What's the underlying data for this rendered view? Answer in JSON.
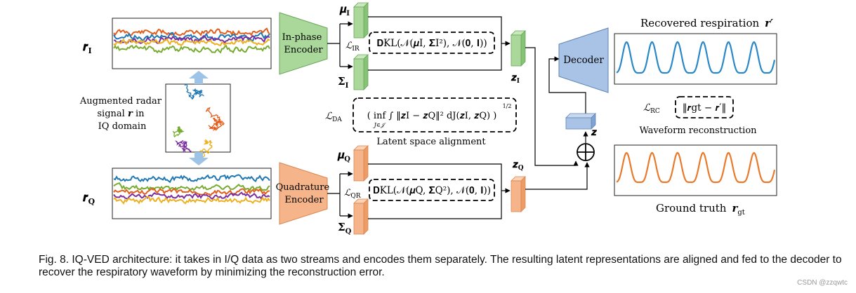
{
  "colors": {
    "inphase": "#a9d89a",
    "quadrature": "#f5b48a",
    "decoder": "#a9c3e6",
    "respiration_blue": "#2a88c8",
    "respiration_orange": "#e97a2b",
    "trace_orange": "#e35e1b",
    "trace_blue": "#1f77b4",
    "trace_purple": "#7b2f9e",
    "trace_green": "#77ac30",
    "trace_yellow": "#edb120",
    "arrow_light_blue": "#9dc3e6"
  },
  "icons": {
    "sum_node": "circled-plus-icon"
  },
  "inputs": {
    "rI_label": "𝒓",
    "rI_sub": "I",
    "rQ_label": "𝒓",
    "rQ_sub": "Q",
    "augmented_line1": "Augmented radar",
    "augmented_line2_a": "signal ",
    "augmented_line2_r": "𝒓",
    "augmented_line2_b": " in",
    "augmented_line3": "IQ domain"
  },
  "encoders": {
    "inphase_line1": "In-phase",
    "inphase_line2": "Encoder",
    "quad_line1": "Quadrature",
    "quad_line2": "Encoder"
  },
  "latents": {
    "muI": "𝝁",
    "muI_sub": "I",
    "sigmaI": "𝚺",
    "sigmaI_sub": "I",
    "muQ": "𝝁",
    "muQ_sub": "Q",
    "sigmaQ": "𝚺",
    "sigmaQ_sub": "Q",
    "zI": "𝒛",
    "zI_sub": "I",
    "zQ": "𝒛",
    "zQ_sub": "Q",
    "z": "𝒛"
  },
  "losses": {
    "LIR": "ℒ",
    "LIR_sub": "IR",
    "kl_I": "𝐃KL(𝒩(𝝁I, 𝚺I²), 𝒩(𝟎, 𝐈))",
    "LDA": "ℒ",
    "LDA_sub": "DA",
    "da_formula": "( inf  ∫ ‖𝒛I − 𝒛Q‖² dJ(𝒛I, 𝒛Q) )",
    "da_inf_sub": "J∈𝒥",
    "da_exponent": "1/2",
    "da_caption": "Latent space alignment",
    "LQR": "ℒ",
    "LQR_sub": "QR",
    "kl_Q": "𝐃KL(𝒩(𝝁Q, 𝚺Q²), 𝒩(𝟎, 𝐈))",
    "LRC": "ℒ",
    "LRC_sub": "RC",
    "rc_formula": "‖𝒓gt − 𝒓′‖",
    "rc_caption": "Waveform reconstruction"
  },
  "decoder": {
    "label": "Decoder"
  },
  "outputs": {
    "recovered_text": "Recovered respiration",
    "recovered_symbol": "𝒓′",
    "ground_text": "Ground truth",
    "ground_symbol": "𝒓",
    "ground_sub": "gt"
  },
  "caption": "Fig. 8. IQ-VED architecture: it takes in I/Q data as two streams and encodes them separately. The resulting latent representations are aligned and fed to the decoder to recover the respiratory waveform by minimizing the reconstruction error.",
  "watermark": "CSDN @zzqwtc"
}
